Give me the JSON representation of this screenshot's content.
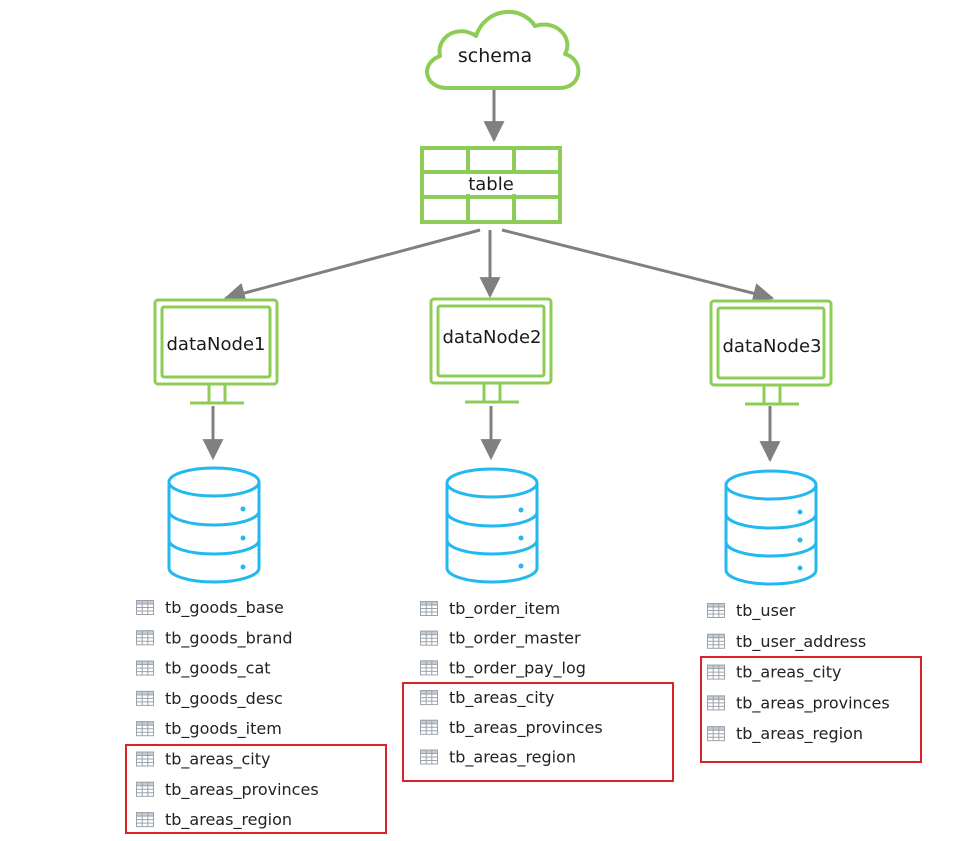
{
  "schema_label": "schema",
  "table_label": "table",
  "nodes": [
    {
      "label": "dataNode1",
      "tables": [
        "tb_goods_base",
        "tb_goods_brand",
        "tb_goods_cat",
        "tb_goods_desc",
        "tb_goods_item",
        "tb_areas_city",
        "tb_areas_provinces",
        "tb_areas_region"
      ]
    },
    {
      "label": "dataNode2",
      "tables": [
        "tb_order_item",
        "tb_order_master",
        "tb_order_pay_log",
        "tb_areas_city",
        "tb_areas_provinces",
        "tb_areas_region"
      ]
    },
    {
      "label": "dataNode3",
      "tables": [
        "tb_user",
        "tb_user_address",
        "tb_areas_city",
        "tb_areas_provinces",
        "tb_areas_region"
      ]
    }
  ],
  "colors": {
    "green": "#8dcc56",
    "blue": "#22b8f0",
    "arrow": "#808080",
    "highlight": "#d9232a",
    "table_icon": "#9aa3ad"
  },
  "icons": {
    "schema": "cloud-icon",
    "table": "grid-icon",
    "node": "monitor-icon",
    "storage": "database-icon",
    "row": "table-icon"
  }
}
